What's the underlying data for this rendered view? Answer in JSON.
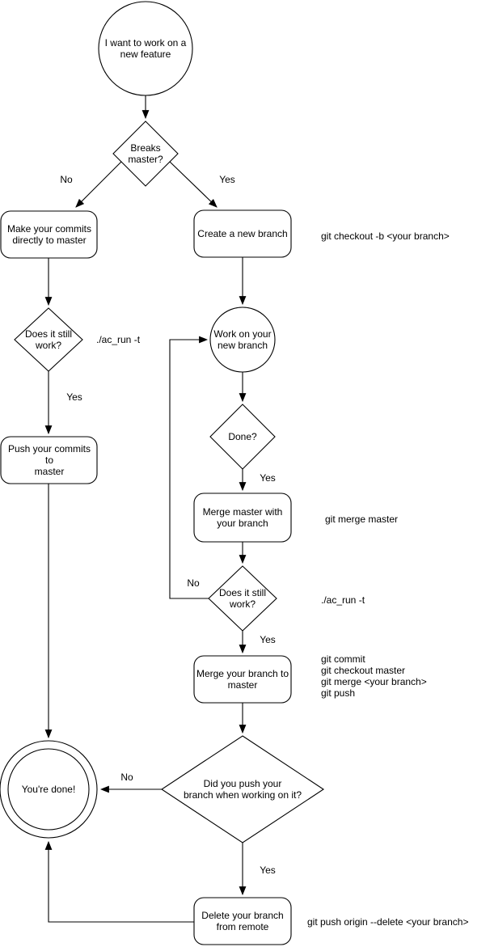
{
  "colors": {
    "background": "#ffffff",
    "stroke": "#000000",
    "text": "#000000"
  },
  "nodes": {
    "start": "I want to work on a\nnew feature",
    "breaks_master": "Breaks\nmaster?",
    "make_commits": "Make your commits\ndirectly to master",
    "create_branch": "Create a new branch",
    "still_work_left": "Does it still\nwork?",
    "work_branch": "Work on your\nnew branch",
    "push_commits": "Push your commits to\nmaster",
    "done_q": "Done?",
    "merge_master": "Merge master with\nyour branch",
    "still_work_right": "Does it still\nwork?",
    "merge_branch": "Merge your branch to\nmaster",
    "did_push": "Did you push your\nbranch when working on it?",
    "youre_done": "You're done!",
    "delete_branch": "Delete your branch\nfrom remote"
  },
  "edge_labels": {
    "breaks_no": "No",
    "breaks_yes": "Yes",
    "still_left_yes": "Yes",
    "done_yes": "Yes",
    "still_right_no": "No",
    "still_right_yes": "Yes",
    "did_push_no": "No",
    "did_push_yes": "Yes"
  },
  "commands": {
    "create_branch": "git checkout -b <your branch>",
    "test_left": "./ac_run -t",
    "merge_master": "git merge master",
    "test_right": "./ac_run -t",
    "merge_branch_lines": [
      "git commit",
      "git checkout master",
      "git merge <your branch>",
      "git push"
    ],
    "delete_remote": "git push origin --delete <your branch>"
  }
}
